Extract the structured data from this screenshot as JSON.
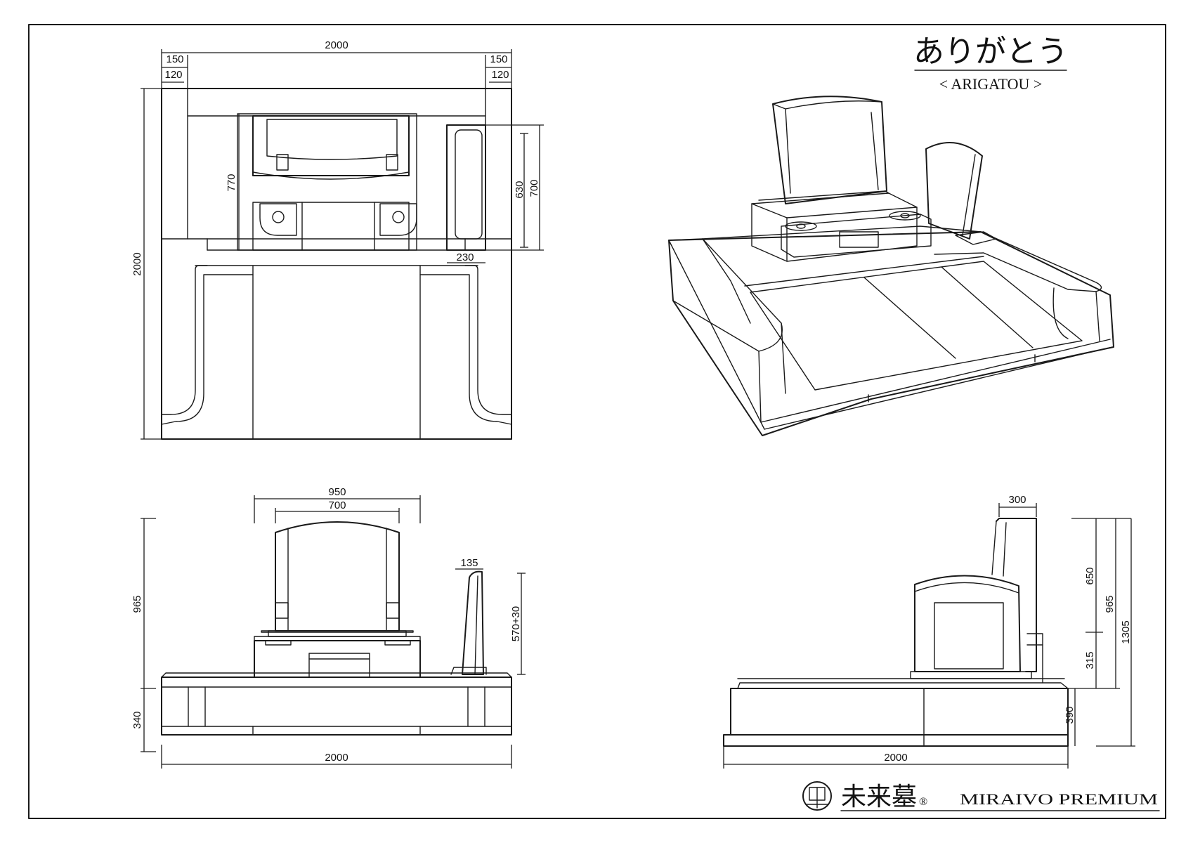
{
  "title": {
    "name": "ありがとう",
    "subtitle": "< ARIGATOU >"
  },
  "brand": {
    "name_jp": "未来墓",
    "registered": "®",
    "name_en": "MIRAIVO PREMIUM"
  },
  "plan_view": {
    "width": "2000",
    "left_outer": "150",
    "left_inner": "120",
    "right_outer": "150",
    "right_inner": "120",
    "height": "2000",
    "monument_depth": "770",
    "side_inner": "630",
    "side_outer": "700",
    "side_width": "230"
  },
  "front_view": {
    "top_outer": "950",
    "top_inner": "700",
    "tablet_thickness": "135",
    "tablet_height": "570+30",
    "monument_height": "965",
    "base_height": "340",
    "width": "2000"
  },
  "side_view": {
    "top_width": "300",
    "upper_height": "650",
    "monument_height": "965",
    "total_height": "1305",
    "lower_height": "315",
    "base_height": "390",
    "width": "2000"
  }
}
